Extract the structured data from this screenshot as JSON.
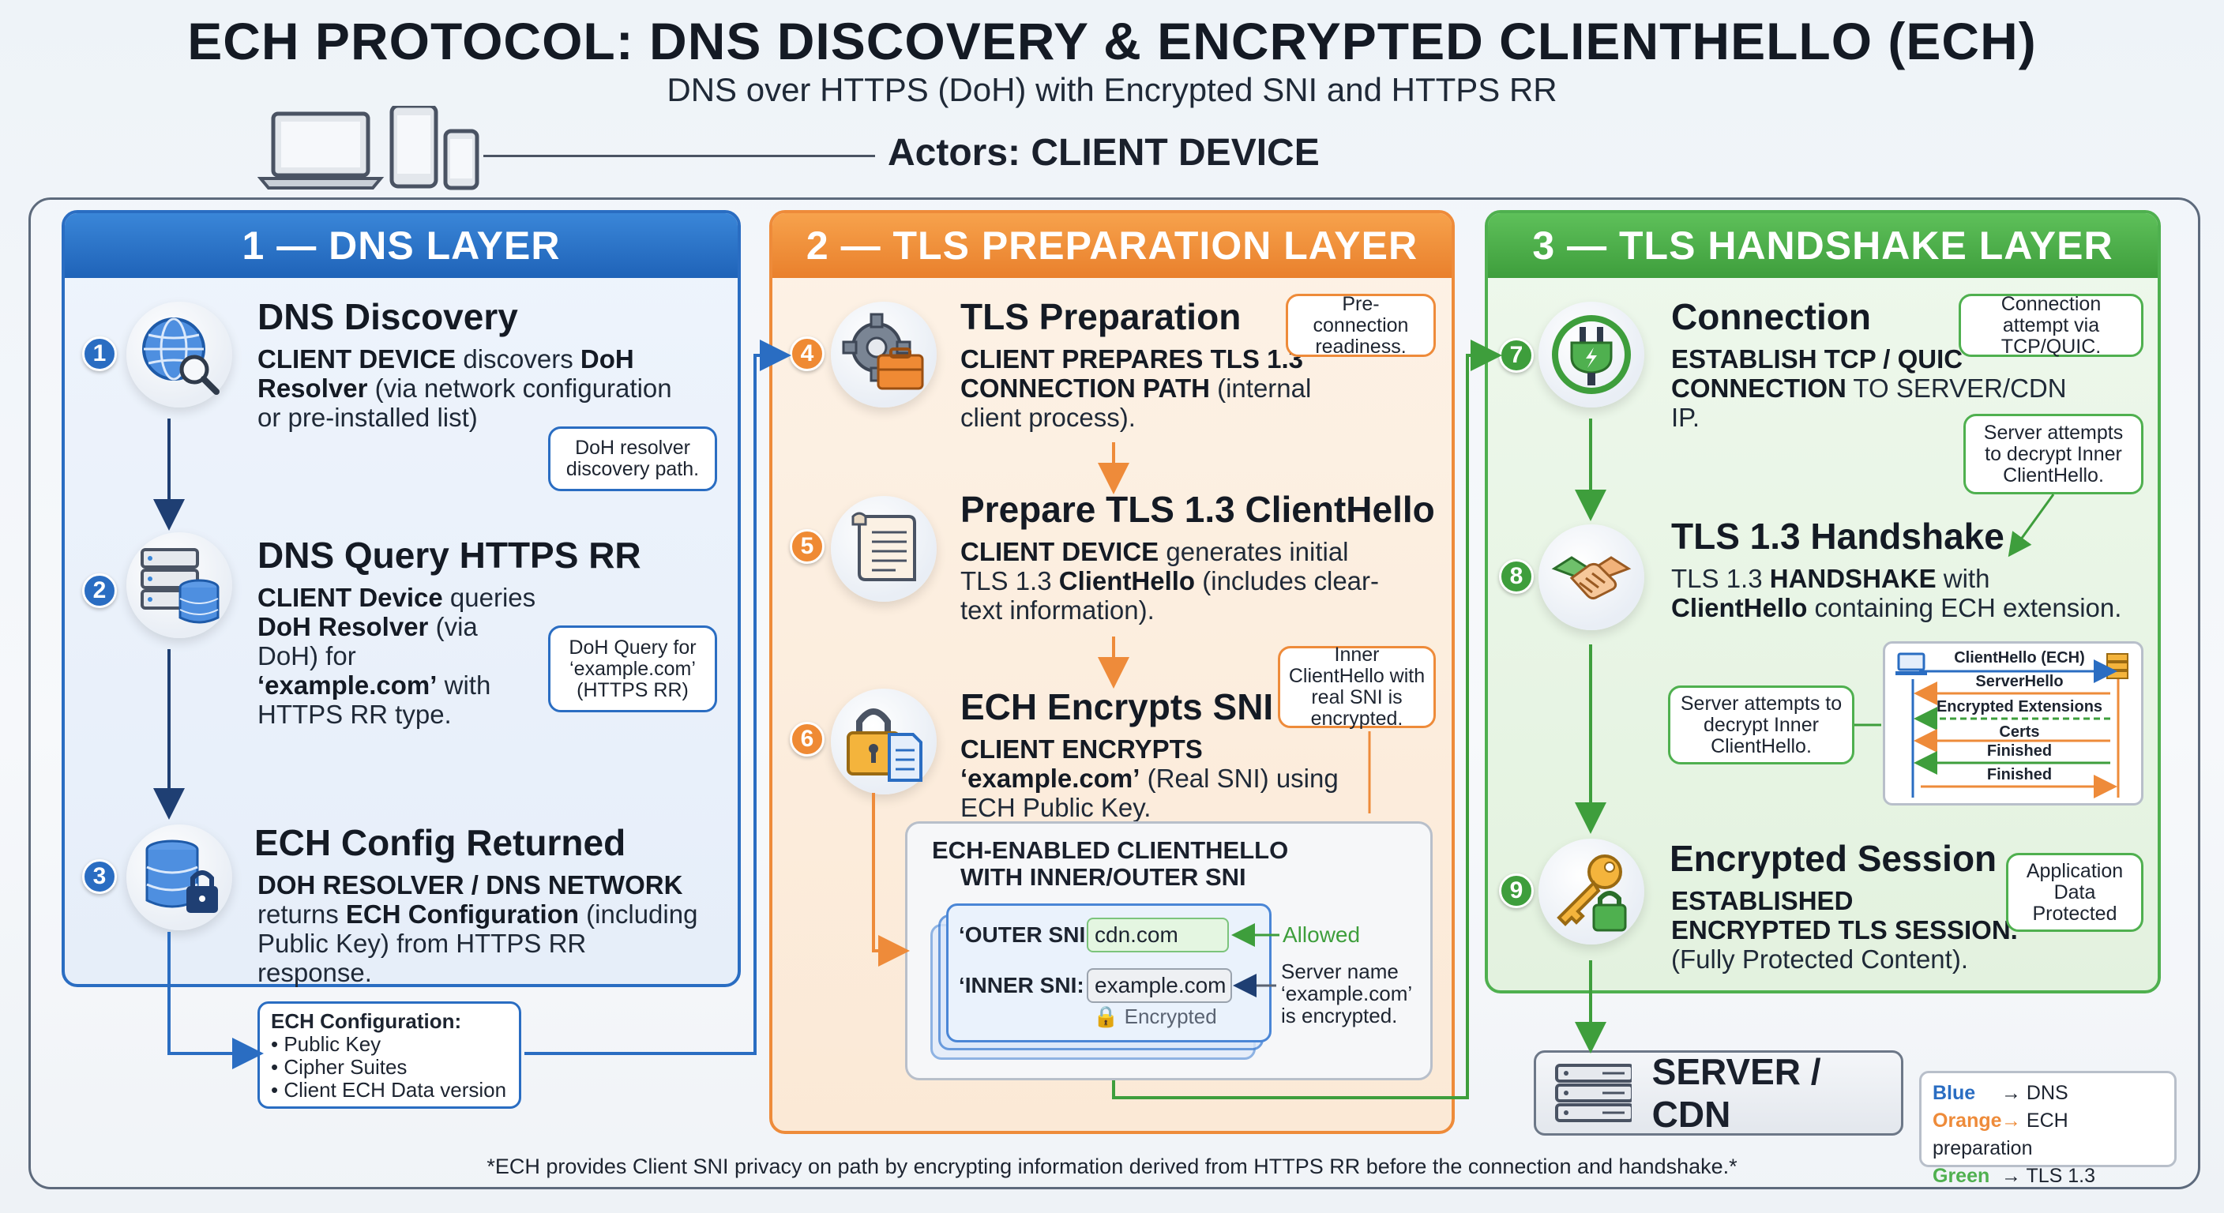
{
  "header": {
    "title": "ECH PROTOCOL: DNS DISCOVERY & ENCRYPTED CLIENTHELLO (ECH)",
    "subtitle": "DNS over HTTPS (DoH) with Encrypted SNI and HTTPS RR",
    "actors": "Actors: CLIENT DEVICE"
  },
  "layers": [
    {
      "label": "1 — DNS LAYER",
      "color": "#2a6dc2"
    },
    {
      "label": "2 — TLS PREPARATION LAYER",
      "color": "#ee8b3a"
    },
    {
      "label": "3 — TLS HANDSHAKE LAYER",
      "color": "#4fb04f"
    }
  ],
  "steps": {
    "s1": {
      "num": "1",
      "title": "DNS Discovery",
      "d1b": "CLIENT DEVICE",
      "d1": " discovers ",
      "d2b": "DoH",
      "d3b": "Resolver",
      "d3": " (via network configuration or pre-installed list)",
      "icon": "globe-search-icon"
    },
    "s2": {
      "num": "2",
      "title": "DNS Query HTTPS RR",
      "d1b": "CLIENT Device",
      "d1": " queries ",
      "d2b": "DoH Resolver",
      "d2": " (via DoH) for ",
      "d3b": "‘example.com’",
      "d3": " with HTTPS RR type.",
      "icon": "server-database-icon"
    },
    "s3": {
      "num": "3",
      "title": "ECH Config Returned",
      "d1b": "DOH RESOLVER / DNS NETWORK",
      "d1": " returns ",
      "d2b": "ECH Configuration",
      "d2": " (including Public Key) from HTTPS RR response.",
      "icon": "database-lock-icon"
    },
    "s4": {
      "num": "4",
      "title": "TLS Preparation",
      "d1b": "CLIENT PREPARES TLS 1.3 CONNECTION PATH",
      "d1": " (internal client process).",
      "icon": "gear-toolbox-icon"
    },
    "s5": {
      "num": "5",
      "title": "Prepare TLS 1.3 ClientHello",
      "d1b": "CLIENT DEVICE",
      "d1": " generates initial TLS 1.3 ",
      "d2b": "ClientHello",
      "d2": " (includes clear-text information).",
      "icon": "scroll-document-icon"
    },
    "s6": {
      "num": "6",
      "title": "ECH Encrypts SNI",
      "d1b": "CLIENT ENCRYPTS ‘example.com’",
      "d1": " (Real SNI) using ECH Public Key.",
      "icon": "lock-document-icon"
    },
    "s7": {
      "num": "7",
      "title": "Connection",
      "d1b": "ESTABLISH TCP / QUIC CONNECTION",
      "d1": " TO SERVER/CDN IP.",
      "icon": "power-plug-icon"
    },
    "s8": {
      "num": "8",
      "title": "TLS 1.3 Handshake",
      "d1": "TLS 1.3 ",
      "d1b": "HANDSHAKE",
      "d2": " with ",
      "d2b": "ClientHello",
      "d3": " containing ECH extension.",
      "icon": "handshake-icon"
    },
    "s9": {
      "num": "9",
      "title": "Encrypted Session",
      "d1b": "ESTABLISHED ENCRYPTED TLS SESSION.",
      "d1": " (Fully Protected Content).",
      "icon": "key-lock-icon"
    }
  },
  "callouts": {
    "doh_path": "DoH resolver discovery path.",
    "doh_query": "DoH Query for ‘example.com’ (HTTPS RR)",
    "pre_conn": "Pre-connection readiness.",
    "inner_ch": "Inner ClientHello with real SNI is encrypted.",
    "conn_attempt": "Connection attempt via TCP/QUIC.",
    "server_decrypt_top": "Server attempts to decrypt Inner ClientHello.",
    "server_decrypt_left": "Server attempts to decrypt Inner ClientHello.",
    "app_data": "Application Data Protected"
  },
  "ech_config": {
    "heading": "ECH Configuration:",
    "items": [
      "• Public Key",
      "• Cipher Suites",
      "• Client ECH Data version"
    ]
  },
  "clienthello_card": {
    "title_line1": "ECH-ENABLED CLIENTHELLO",
    "title_line2": "WITH INNER/OUTER SNI",
    "outer_label": "‘OUTER SNI:",
    "outer_value": "cdn.com",
    "outer_note": "Allowed",
    "inner_label": "‘INNER SNI:",
    "inner_value": "example.com",
    "inner_status": "Encrypted",
    "inner_note": "Server name ‘example.com’ is encrypted."
  },
  "sequence": {
    "rows": [
      "ClientHello (ECH)",
      "ServerHello",
      "Encrypted Extensions",
      "Certs",
      "Finished",
      "Finished"
    ]
  },
  "server": {
    "label": "SERVER / CDN",
    "icon": "server-rack-icon"
  },
  "legend": [
    {
      "color_name": "Blue",
      "arrow": "→",
      "meaning": "DNS",
      "color": "#2a6dc2"
    },
    {
      "color_name": "Orange",
      "arrow": "→",
      "meaning": "ECH preparation",
      "color": "#ee8b3a"
    },
    {
      "color_name": "Green",
      "arrow": "→",
      "meaning": "TLS 1.3",
      "color": "#4fb04f"
    }
  ],
  "footnote": "*ECH provides Client SNI privacy on path by encrypting information derived from HTTPS RR before the connection and handshake.*"
}
